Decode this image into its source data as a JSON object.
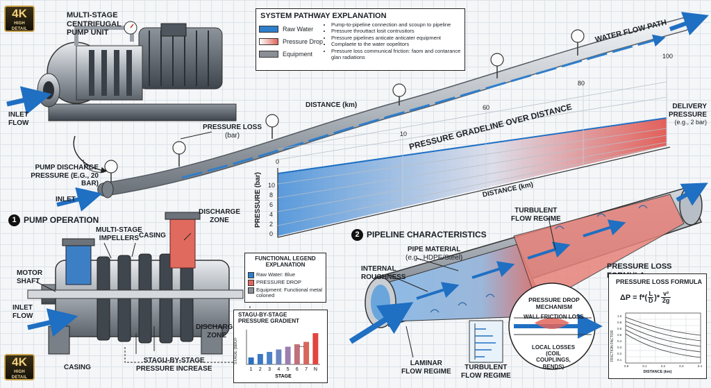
{
  "badges": {
    "top_big": "4K",
    "top_sub": "HIGH DETAIL",
    "bottom_big": "4K",
    "bottom_sub": "HIGH DETAIL"
  },
  "pump_unit": {
    "title_line1": "MULTI-STAGE",
    "title_line2": "CENTRIFUGAL",
    "title_line3": "PUMP UNIT",
    "inlet_flow": "INLET\nFLOW"
  },
  "system_pathway": {
    "title": "SYSTEM PATHWAY EXPLANATION",
    "legend": [
      {
        "label": "Raw Water",
        "color": "#2f7ecb"
      },
      {
        "label": "Pressure Drop",
        "color": "#e0665c"
      },
      {
        "label": "Equipment",
        "color": "#8a8f96"
      }
    ],
    "notes": [
      "Pump-to-pipeline connection and scoupn to pipeline",
      "Pressure throuttact losit contrusitors",
      "Pressure pipelines anticate anticater equipment",
      "Complaete to the water oopelitors",
      "Pressure loss communical friction: faom and contarance glan radiations"
    ]
  },
  "pipeline_top": {
    "water_flow_path": "WATER FLOW PATH",
    "distance_label": "DISTANCE (km)",
    "ticks": [
      "0",
      "10",
      "60",
      "80",
      "100"
    ],
    "pressure_loss_line1": "PRESSURE LOSS",
    "pressure_loss_line2": "(bar)",
    "gradeline_title": "PRESSURE GRADELINE OVER DISTANCE",
    "delivery_line1": "DELIVERY",
    "delivery_line2": "PRESSURE",
    "delivery_line3": "(e.g., 2 bar)",
    "pump_discharge_line1": "PUMP DISCHARGE",
    "pump_discharge_line2": "PRESSURE (e.g., 20 bar)",
    "inlet": "INLET"
  },
  "gradeline_chart": {
    "ylabel": "PRESSURE (bar)",
    "yticks": [
      "10",
      "8",
      "6",
      "4",
      "2",
      "0"
    ],
    "xlabel": "DISTANCE (km)"
  },
  "pump_operation": {
    "number": "1",
    "title": "PUMP OPERATION",
    "impellers_line1": "MULTI-STAGE",
    "impellers_line2": "IMPELLERS",
    "casing_top": "CASING",
    "discharge_line1": "DISCHARGE",
    "discharge_line2": "ZONE",
    "motor_line1": "MOTOR",
    "motor_line2": "SHAFT",
    "inlet_line1": "INLET",
    "inlet_line2": "FLOW",
    "casing_bottom": "CASING",
    "discharge2_line1": "DISCHARGE",
    "discharge2_line2": "ZONE",
    "increase_line1": "STAGU-BY-STAGE",
    "increase_line2": "PRESSURE INCREASE"
  },
  "functional_legend": {
    "title_line1": "FUNCTIONAL LEGEND",
    "title_line2": "EXPLANATION",
    "items": [
      {
        "label": "Raw Water: Blue",
        "color": "#2f7ecb"
      },
      {
        "label": "PRESSURE DROP",
        "color": "#e0665c"
      },
      {
        "label": "Equipment: Functional metal coloned",
        "color": "#8a8f96"
      }
    ]
  },
  "stage_chart_labels": {
    "title_line1": "STAGU-BY-STAGE",
    "title_line2": "PRESSURE GRADIENT",
    "ylabel": "STAGE (bBGF",
    "xlabel": "STAGE",
    "ellipsis": "..."
  },
  "chart_data": {
    "type": "bar",
    "categories": [
      "1",
      "2",
      "3",
      "4",
      "5",
      "6",
      "7",
      "N"
    ],
    "values": [
      2,
      3,
      3.6,
      4.3,
      5.1,
      5.8,
      6.5,
      9
    ],
    "title": "STAGU-BY-STAGE PRESSURE GRADIENT",
    "xlabel": "STAGE",
    "ylabel": "STAGE (bBGF",
    "ylim": [
      0,
      10
    ]
  },
  "pipeline_characteristics": {
    "number": "2",
    "title": "PIPELINE CHARACTERISTICS",
    "material_line1": "PIPE MATERIAL",
    "material_line2": "(e.g., HDPE/Steel)",
    "roughness_line1": "INTERNAL",
    "roughness_line2": "ROUGHNESS",
    "turbulent_line1": "TURBULENT",
    "turbulent_line2": "FLOW REGIME",
    "mechanism_line1": "PRESSURE DROP",
    "mechanism_line2": "MECHANISM",
    "wall_friction": "WALL FRICTION LOSS",
    "local_line1": "LOCAL LOSSES",
    "local_line2": "(COIL COUPLINGS,",
    "local_line3": "BENDS)",
    "laminar_line1": "LAMINAR",
    "laminar_line2": "FLOW REGIME",
    "turbulent2_line1": "TURBULENT",
    "turbulent2_line2": "FLOW REGIME"
  },
  "formula": {
    "outer_title": "PRESSURE LOSS FORMULA",
    "inner_title": "PRESSURE LOSS FORMULA",
    "lhs": "ΔP = f*(",
    "frac_num": "L",
    "frac_den": "D",
    "mid": ")*",
    "v_num": "v²",
    "v_den": "2g",
    "ylabel": "FRICTION FACTOR",
    "xlabel": "DISTANCE (km)",
    "yticks": [
      "1.0",
      "0.8",
      "0.6",
      "0.5",
      "0.4",
      "0.3",
      "0.2",
      "0.1"
    ],
    "xticks": [
      "0.9",
      "0.1",
      "0.2",
      "0.3",
      "0.4"
    ]
  }
}
